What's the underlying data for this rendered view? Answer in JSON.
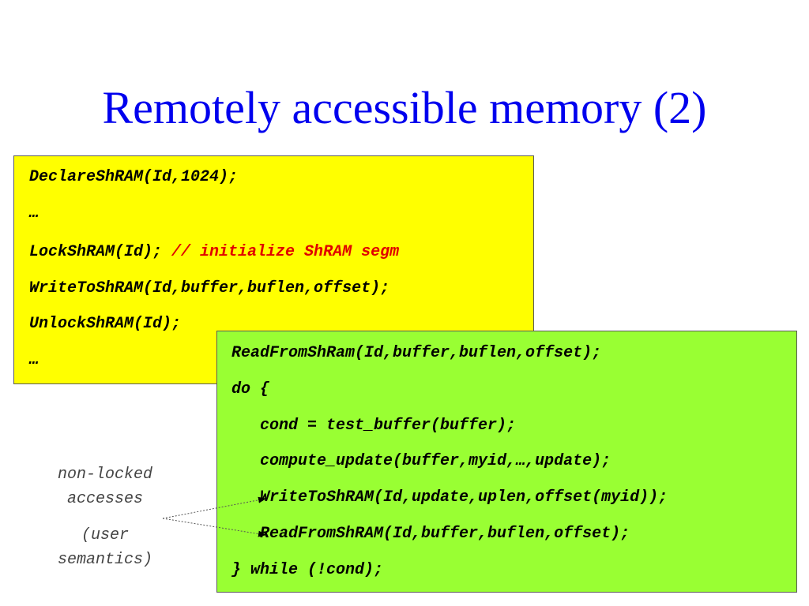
{
  "slide": {
    "title": "Remotely accessible memory (2)"
  },
  "yellow_box": {
    "lines": [
      "DeclareShRAM(Id,1024);",
      "…",
      "LockShRAM(Id); ",
      "WriteToShRAM(Id,buffer,buflen,offset);",
      "UnlockShRAM(Id);",
      "…"
    ],
    "comment": "// initialize ShRAM segm",
    "background": "#ffff00"
  },
  "green_box": {
    "lines": [
      "ReadFromShRam(Id,buffer,buflen,offset);",
      "do {",
      "   cond = test_buffer(buffer);",
      "   compute_update(buffer,myid,…,update);",
      "   WriteToShRAM(Id,update,uplen,offset(myid));",
      "   ReadFromShRAM(Id,buffer,buflen,offset);",
      "} while (!cond);"
    ],
    "background": "#99ff33"
  },
  "annotation": {
    "line1": "non-locked",
    "line2": "accesses",
    "line3": "(user",
    "line4": "semantics)"
  },
  "colors": {
    "title": "#0000ee",
    "comment": "#e00000"
  }
}
